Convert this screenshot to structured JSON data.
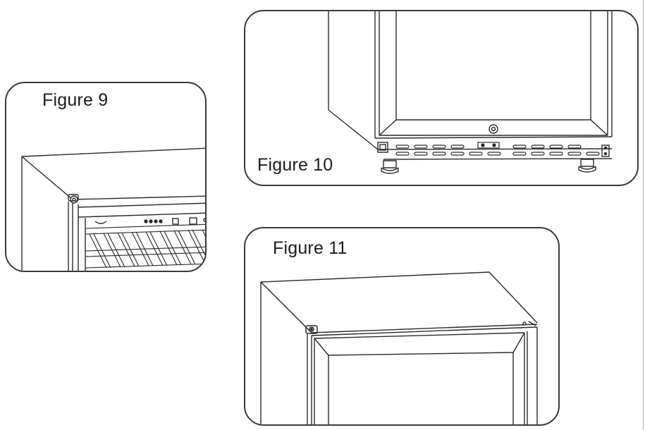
{
  "figures": [
    {
      "id": "figure-9",
      "label": "Figure 9",
      "subject": "top-left door hinge of wine cooler with control panel and shelves"
    },
    {
      "id": "figure-10",
      "label": "Figure 10",
      "subject": "bottom of cabinet with door, lock, ventilation grille and leveling feet"
    },
    {
      "id": "figure-11",
      "label": "Figure 11",
      "subject": "top of cabinet with door frame and top hinge"
    }
  ],
  "colors": {
    "line": "#2a2a2a",
    "panel_border": "#3a3a3a",
    "background": "#ffffff"
  }
}
